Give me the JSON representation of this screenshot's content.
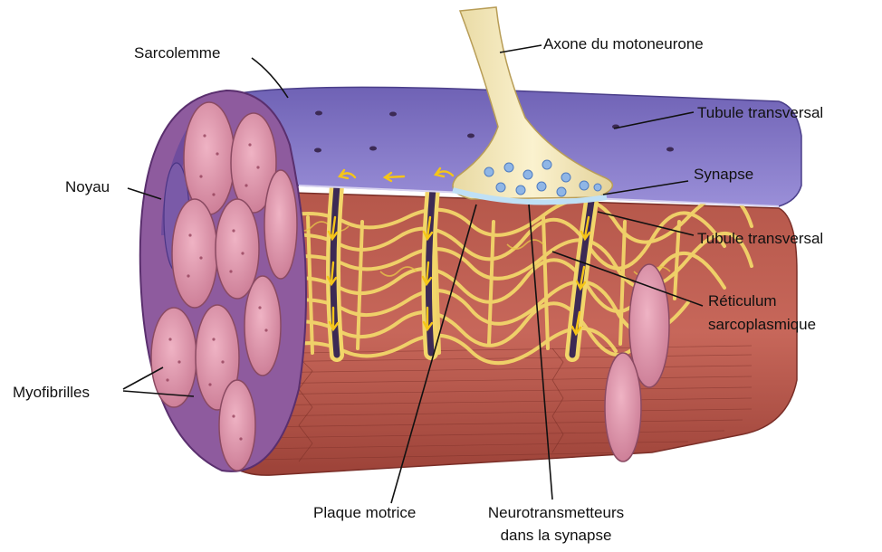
{
  "colors": {
    "sarcolemma": "#8a7fcf",
    "sarcolemma_dark": "#5d4f9e",
    "cross_section": "#8e5b9e",
    "myofibril": "#d98fa8",
    "myofibril_dark": "#b86680",
    "muscle": "#a5493e",
    "muscle_light": "#c7675a",
    "reticulum": "#f2d66a",
    "tubule": "#3c2a55",
    "axon": "#f2e6b8",
    "arrow": "#f5c518",
    "vesicle": "#8fb6e6"
  },
  "labels": {
    "sarcolemme": "Sarcolemme",
    "axone": "Axone du motoneurone",
    "tubule_top": "Tubule transversal",
    "noyau": "Noyau",
    "synapse": "Synapse",
    "tubule_mid": "Tubule transversal",
    "reticulum_line1": "Réticulum",
    "reticulum_line2": "sarcoplasmique",
    "myofibrilles": "Myofibrilles",
    "plaque": "Plaque motrice",
    "neuro_line1": "Neurotransmetteurs",
    "neuro_line2": "dans la synapse"
  }
}
